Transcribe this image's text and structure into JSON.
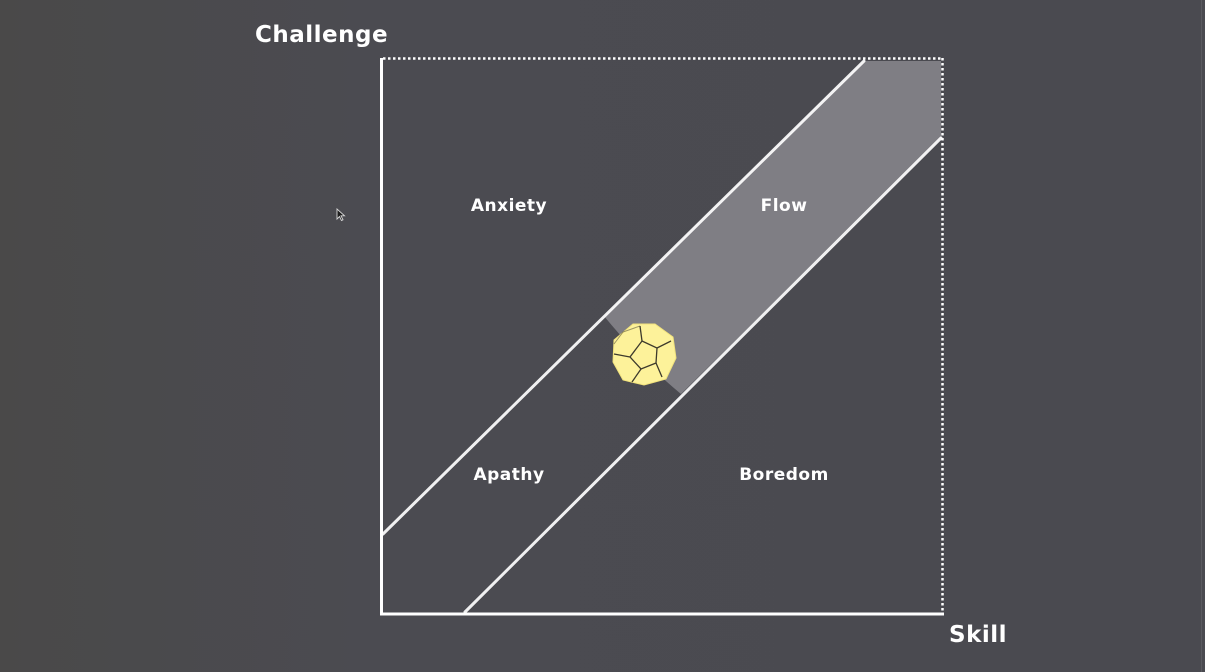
{
  "axes": {
    "y_label": "Challenge",
    "x_label": "Skill"
  },
  "regions": {
    "anxiety": "Anxiety",
    "flow": "Flow",
    "apathy": "Apathy",
    "boredom": "Boredom"
  },
  "colors": {
    "background": "#4a4a50",
    "frame": "#ffffff",
    "flow_band": "#7f7e84",
    "marker": "#fdf29a",
    "marker_stroke": "#3d3a2c"
  },
  "icons": {
    "marker": "dodecahedron-icon",
    "cursor": "mouse-pointer-icon"
  }
}
